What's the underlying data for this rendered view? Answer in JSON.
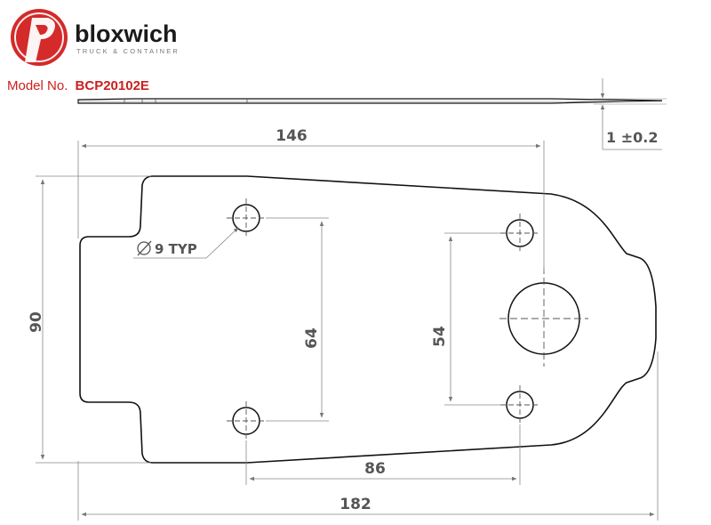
{
  "brand": {
    "name": "bloxwich",
    "tagline": "TRUCK & CONTAINER",
    "logo_color": "#d42a2a"
  },
  "model": {
    "label": "Model No.",
    "number": "BCP20102E"
  },
  "dimensions": {
    "overall_length": "182",
    "hole_span_length": "146",
    "height": "90",
    "left_hole_spacing": "64",
    "right_hole_spacing": "54",
    "hole_offset": "86",
    "thickness": "1 ±0.2",
    "hole_callout": "9 TYP"
  },
  "colors": {
    "outline": "#111111",
    "dimension": "#888888",
    "text": "#555555",
    "accent": "#cc1f1f"
  }
}
